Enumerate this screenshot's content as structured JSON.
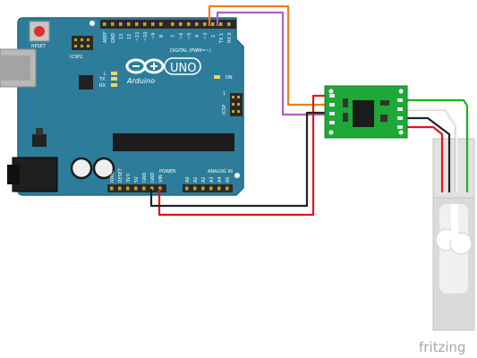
{
  "board": {
    "name": "UNO",
    "brand": "Arduino",
    "reset_label": "RESET",
    "icsp2_label": "ICSP2",
    "icsp_label": "ICSP",
    "digital_label": "DIGITAL (PWM=~)",
    "power_label": "POWER",
    "analog_label": "ANALOG IN",
    "on_label": "ON",
    "l_label": "L",
    "tx_label": "TX",
    "rx_label": "RX",
    "top_pins": [
      "AREF",
      "GND",
      "13",
      "12",
      "~11",
      "~10",
      "~9",
      "8",
      "7",
      "~6",
      "~5",
      "4",
      "~3",
      "2",
      "TX 1",
      "RX 0"
    ],
    "power_pins": [
      "IOREF",
      "RESET",
      "3V3",
      "5V",
      "GND",
      "GND",
      "VIN"
    ],
    "analog_pins": [
      "A0",
      "A1",
      "A2",
      "A3",
      "A4",
      "A5"
    ],
    "icsp_pin_one": "1"
  },
  "footer": {
    "brand": "fritzing"
  },
  "colors": {
    "board": "#2d7d9a",
    "board_edge": "#24677f",
    "module": "#1ea836",
    "wire_red": "#e3141b",
    "wire_black": "#222222",
    "wire_orange": "#ef7f1a",
    "wire_purple": "#b45dc4",
    "wire_green": "#19b51d",
    "wire_white": "#f2f2f2",
    "load_cell": "#dcdcdc"
  }
}
